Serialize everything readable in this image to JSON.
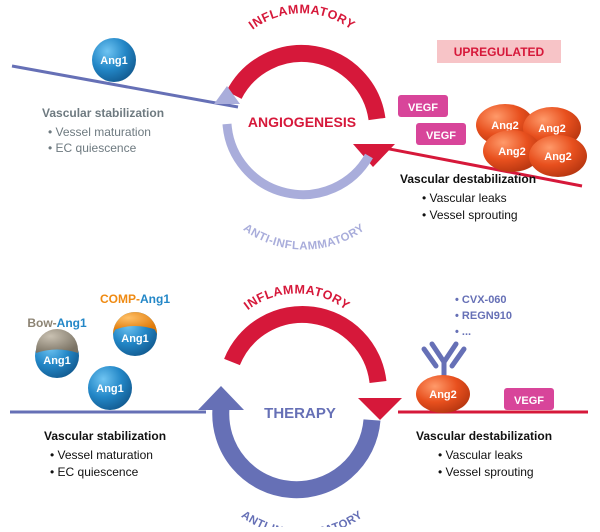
{
  "colors": {
    "red": "#d6183a",
    "blue": "#6670b6",
    "light_blue": "#a9addb",
    "text_grey": "#6e7a80",
    "ang1": "#2387c7",
    "ang2": "#e8501e",
    "vegf": "#d8459a",
    "comp": "#ef8a12",
    "bow": "#8d8474",
    "upreg_bg": "#f7c4c7"
  },
  "top": {
    "cycle_top": "INFLAMMATORY",
    "cycle_bottom": "ANTI-INFLAMMATORY",
    "center": "ANGIOGENESIS",
    "upregulated": "UPREGULATED",
    "ang1": "Ang1",
    "vegf": [
      "VEGF",
      "VEGF"
    ],
    "ang2": [
      "Ang2",
      "Ang2",
      "Ang2",
      "Ang2"
    ],
    "left_title": "Vascular stabilization",
    "left_items": [
      "• Vessel maturation",
      "• EC quiescence"
    ],
    "right_title": "Vascular destabilization",
    "right_items": [
      "• Vascular leaks",
      "• Vessel sprouting"
    ]
  },
  "bottom": {
    "cycle_top": "INFLAMMATORY",
    "cycle_bottom": "ANTI-INFLAMMATORY",
    "center": "THERAPY",
    "comp_prefix": "COMP-",
    "comp_suffix": "Ang1",
    "bow_prefix": "Bow-",
    "bow_suffix": "Ang1",
    "ang1": [
      "Ang1",
      "Ang1",
      "Ang1"
    ],
    "drugs": [
      "• CVX-060",
      "• REGN910",
      "• ..."
    ],
    "ang2": "Ang2",
    "vegf": "VEGF",
    "left_title": "Vascular stabilization",
    "left_items": [
      "• Vessel maturation",
      "• EC quiescence"
    ],
    "right_title": "Vascular destabilization",
    "right_items": [
      "• Vascular leaks",
      "• Vessel sprouting"
    ]
  }
}
